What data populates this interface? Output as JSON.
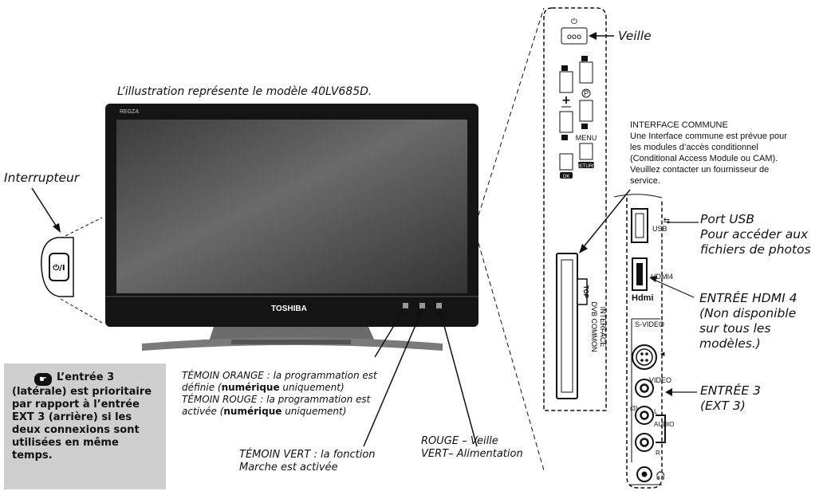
{
  "caption": "L’illustration représente le modèle 40LV685D.",
  "tv": {
    "brand": "TOSHIBA",
    "logo": "REGZA"
  },
  "switch": {
    "label": "Interrupteur",
    "button_text": "⏻/I"
  },
  "panel": {
    "standby_label": "Veille",
    "buttons": {
      "menu": "MENU",
      "return": "RETURN",
      "ok": "OK",
      "p": "P",
      "plus": "+",
      "minus": "–"
    },
    "ci_slot_text": "DVB COMMON INTERFACE",
    "ci_top": "TOP"
  },
  "common_interface": {
    "title": "INTERFACE COMMUNE",
    "body": "Une Interface commune est prévue pour les modules d’accès conditionnel (Conditional Access Module ou CAM). Veuillez contacter un fournisseur de service."
  },
  "ports": {
    "usb": {
      "label": "Port USB",
      "desc": "Pour accéder aux fichiers de photos",
      "tag": "USB"
    },
    "hdmi": {
      "label": "ENTRÉE HDMI 4",
      "desc": "(Non disponible sur tous les modèles.)",
      "tag": "HDMI4",
      "logo": "Hdmi"
    },
    "input3": {
      "label": "ENTRÉE 3",
      "desc": "(EXT 3)",
      "svideo": "S-VIDEO",
      "video": "VIDEO",
      "audio": "AUDIO",
      "l": "L",
      "r": "R",
      "num": "(3)"
    }
  },
  "note": {
    "icon": "pointing-hand-icon",
    "text_bold": "L’entrée 3 (latérale) est prioritaire par rapport à l’entrée EXT 3 (arrière) si les deux connexions sont utilisées en même temps."
  },
  "indicators": {
    "orange_1": "TÉMOIN ORANGE : la programmation est définie (",
    "orange_b": "numérique",
    "orange_2": " uniquement)",
    "red_1": "TÉMOIN ROUGE : la programmation est activée (",
    "red_b": "numérique",
    "red_2": " uniquement)",
    "green_1": "TÉMOIN VERT : la fonction",
    "green_2": "Marche est activée",
    "rv_1": "ROUGE – Veille",
    "rv_2": "VERT– Alimentation"
  }
}
